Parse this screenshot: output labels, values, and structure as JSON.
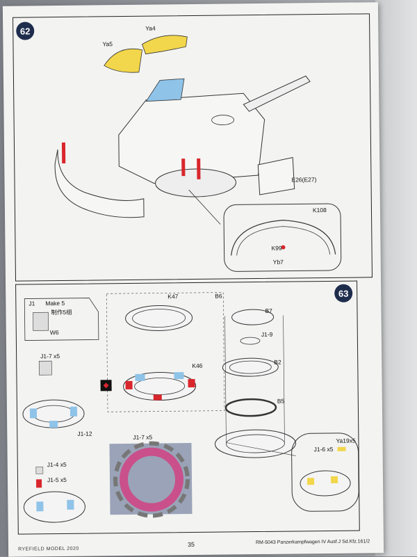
{
  "step62": {
    "number": "62",
    "labels": {
      "ya5": "Ya5",
      "ya4": "Ya4",
      "e26": "E26(E27)",
      "k108": "K108",
      "k99": "K99",
      "yb7": "Yb7"
    }
  },
  "step63": {
    "number": "63",
    "labels": {
      "make5": "Make 5",
      "make5_cn": "制作5组",
      "w6": "W6",
      "j1_prefix": "J1",
      "k47": "K47",
      "k46": "K46",
      "j1_7_x5_a": "J1-7 x5",
      "j1_12": "J1-12",
      "j1_7_x5_b": "J1-7 x5",
      "j1_4_x5": "J1-4 x5",
      "j1_5_x5": "J1-5 x5",
      "b6": "B6",
      "b7": "B7",
      "j1_9": "J1-9",
      "b2": "B2",
      "b5": "B5",
      "ya19_x5": "Ya19x5",
      "j1_6_x5": "J1-6 x5"
    }
  },
  "footer": {
    "brand": "RYEFIELD MODEL 2020",
    "page_number": "35",
    "product": "RM-5043 Panzerkampfwagen IV Ausf.J Sd.Kfz.161/2"
  },
  "colors": {
    "step_badge": "#1f2d4d",
    "part_yellow": "#f2d64b",
    "part_blue": "#8fc3e8",
    "part_red": "#d9262c",
    "pe_pink": "#c9508a"
  }
}
